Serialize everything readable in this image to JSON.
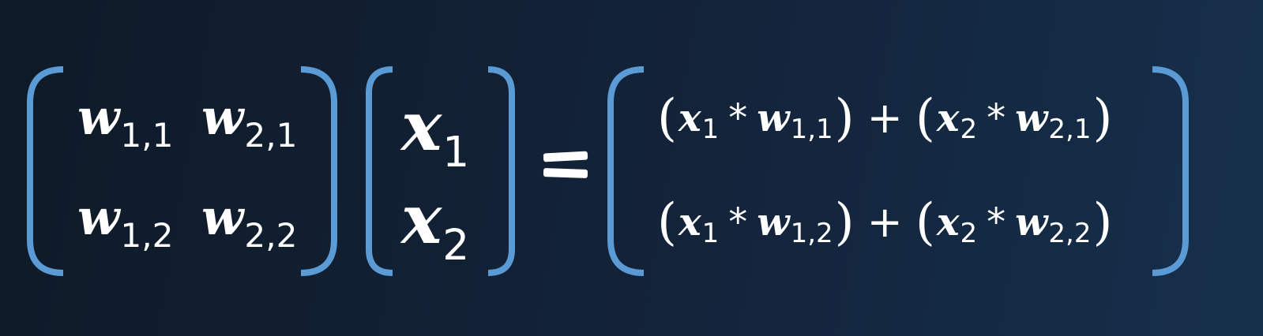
{
  "weight_matrix": {
    "cells": [
      {
        "var": "w",
        "sub": "1,1"
      },
      {
        "var": "w",
        "sub": "2,1"
      },
      {
        "var": "w",
        "sub": "1,2"
      },
      {
        "var": "w",
        "sub": "2,2"
      }
    ]
  },
  "input_vector": {
    "cells": [
      {
        "var": "x",
        "sub": "1"
      },
      {
        "var": "x",
        "sub": "2"
      }
    ]
  },
  "equals_symbol": "=",
  "result_vector": {
    "rows": [
      {
        "open1": "(",
        "a_var": "x",
        "a_sub": "1",
        "mul1": "*",
        "b_var": "w",
        "b_sub": "1,1",
        "close1": ")",
        "plus": "+",
        "open2": "(",
        "c_var": "x",
        "c_sub": "2",
        "mul2": "*",
        "d_var": "w",
        "d_sub": "2,1",
        "close2": ")"
      },
      {
        "open1": "(",
        "a_var": "x",
        "a_sub": "1",
        "mul1": "*",
        "b_var": "w",
        "b_sub": "1,2",
        "close1": ")",
        "plus": "+",
        "open2": "(",
        "c_var": "x",
        "c_sub": "2",
        "mul2": "*",
        "d_var": "w",
        "d_sub": "2,2",
        "close2": ")"
      }
    ]
  },
  "colors": {
    "bracket": "#5b9bd5",
    "text": "#ffffff",
    "background_start": "#0e1a27",
    "background_end": "#16304c"
  }
}
